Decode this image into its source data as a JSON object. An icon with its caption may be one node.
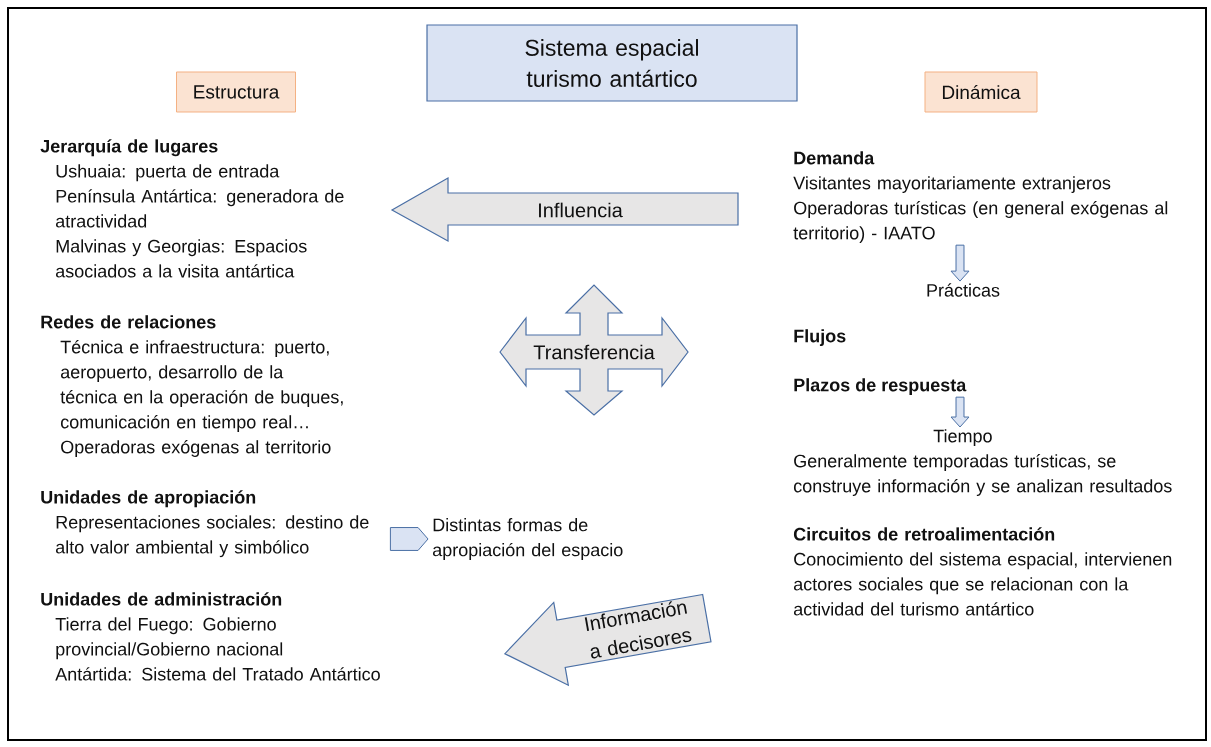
{
  "diagram": {
    "nodes": [
      {
        "text": [
          "Sistema espacial turismo antártico"
        ]
      },
      {
        "text": [
          "Estructura"
        ]
      },
      {
        "text": [
          "Dinámica"
        ]
      },
      {
        "text": [
          "Jerarquía de lugares",
          "Ushuaia: puerta de entrada",
          "Península Antártica: generadora de atractividad",
          "Malvinas y Georgias: Espacios asociados a la visita antártica"
        ]
      },
      {
        "text": [
          "Redes de relaciones",
          "Técnica e infraestructura: puerto, aeropuerto, desarrollo de la técnica en la operación de buques, comunicación en tiempo real…",
          "Operadoras exógenas al territorio"
        ]
      },
      {
        "text": [
          "Unidades de apropiación",
          "Representaciones sociales: destino de alto valor ambiental y simbólico"
        ]
      },
      {
        "text": [
          "Distintas formas de apropiación del espacio"
        ]
      },
      {
        "text": [
          "Unidades de administración",
          "Tierra del Fuego: Gobierno provincial/Gobierno nacional",
          "Antártida: Sistema del Tratado Antártico"
        ]
      },
      {
        "text": [
          "Influencia"
        ]
      },
      {
        "text": [
          "Transferencia"
        ]
      },
      {
        "text": [
          "Información a decisores"
        ]
      },
      {
        "text": [
          "Demanda",
          "Visitantes mayoritariamente extranjeros",
          "Operadoras turísticas (en general exógenas al territorio) - IAATO"
        ]
      },
      {
        "text": [
          "Prácticas"
        ]
      },
      {
        "text": [
          "Flujos"
        ]
      },
      {
        "text": [
          "Plazos de respuesta"
        ]
      },
      {
        "text": [
          "Tiempo",
          "Generalmente temporadas turísticas, se construye información y se analizan resultados"
        ]
      },
      {
        "text": [
          "Circuitos de retroalimentación",
          "Conocimiento del sistema espacial, intervienen actores sociales que se relacionan con la actividad del turismo antártico"
        ]
      }
    ],
    "edges": [
      {
        "from": 11,
        "to": 12,
        "arrow": "to"
      },
      {
        "from": 14,
        "to": 15,
        "arrow": "to"
      },
      {
        "from": 5,
        "to": 6,
        "arrow": "to"
      }
    ]
  }
}
